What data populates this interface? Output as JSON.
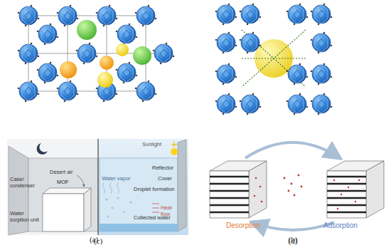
{
  "diagram": {
    "labels": [
      "(a)",
      "(b)",
      "(c)",
      "(d)",
      "Desert air",
      "Water vapor",
      "Sunlight",
      "Reflector",
      "Cover",
      "Droplet formation",
      "Heat flow",
      "Collected water",
      "Case/ condenser",
      "MOF",
      "Water sorption unit",
      "Desorption",
      "Adsorption"
    ]
  }
}
